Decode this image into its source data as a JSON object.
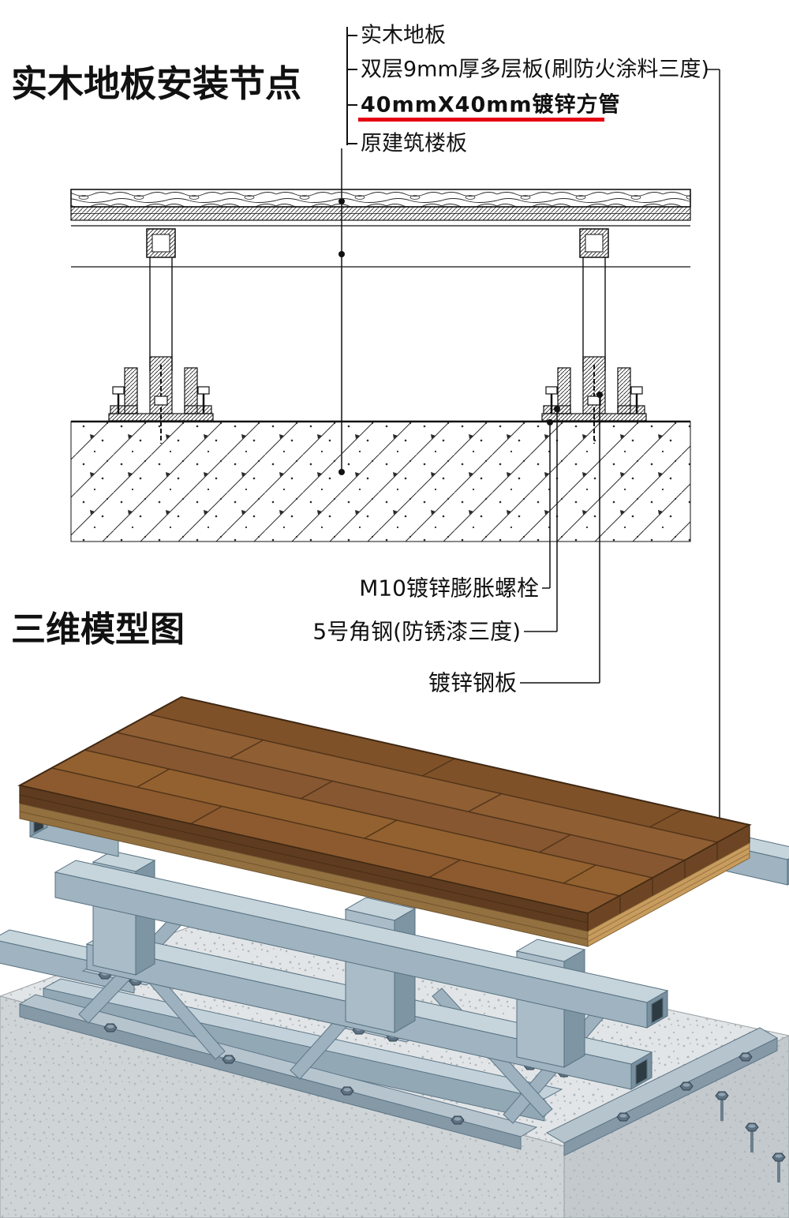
{
  "colors": {
    "highlight": "#e60012",
    "line": "#1a1a1a",
    "wood": "#8c5a2e",
    "steel": "#a6bac7",
    "concrete": "#dfe3e5"
  },
  "section_drawing": {
    "title": "实木地板安装节点",
    "callouts_top": [
      {
        "text": "实木地板"
      },
      {
        "text": "双层9mm厚多层板(刷防火涂料三度)"
      },
      {
        "text": "40mmX40mm镀锌方管",
        "emphasis": "red-underline"
      },
      {
        "text": "原建筑楼板"
      }
    ],
    "callouts_bottom": [
      {
        "text": "M10镀锌膨胀螺栓"
      },
      {
        "text": "5号角钢(防锈漆三度)"
      },
      {
        "text": "镀锌钢板"
      }
    ]
  },
  "model_view": {
    "title": "三维模型图"
  }
}
